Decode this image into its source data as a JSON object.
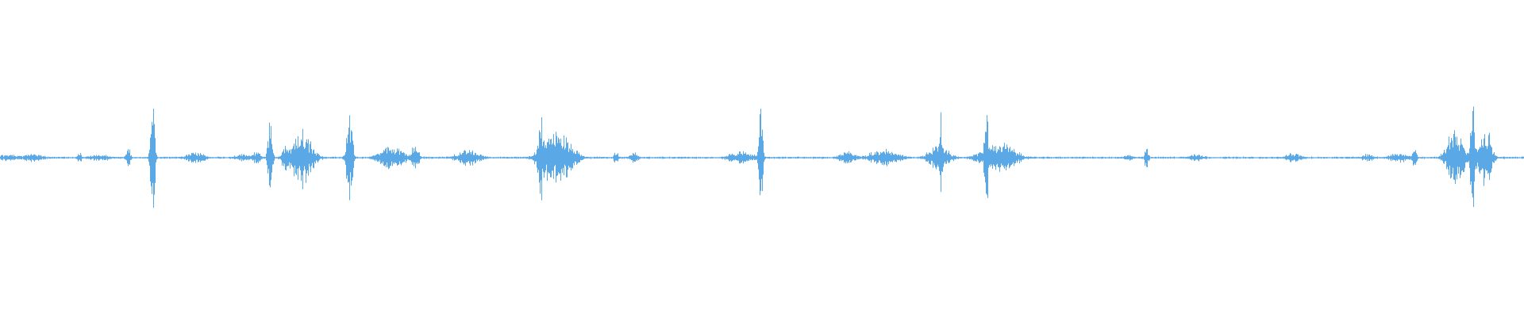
{
  "waveform": {
    "color": "#5aa9e6",
    "background": "#ffffff",
    "baseline_amplitude": 0.006,
    "events": [
      {
        "t": 0.006,
        "a": 0.03,
        "w": 0.01
      },
      {
        "t": 0.02,
        "a": 0.03,
        "w": 0.012
      },
      {
        "t": 0.052,
        "a": 0.05,
        "w": 0.002
      },
      {
        "t": 0.065,
        "a": 0.03,
        "w": 0.01
      },
      {
        "t": 0.084,
        "a": 0.1,
        "w": 0.002
      },
      {
        "t": 0.1,
        "a": 0.45,
        "w": 0.002
      },
      {
        "t": 0.128,
        "a": 0.04,
        "w": 0.01
      },
      {
        "t": 0.16,
        "a": 0.03,
        "w": 0.01
      },
      {
        "t": 0.168,
        "a": 0.05,
        "w": 0.004
      },
      {
        "t": 0.177,
        "a": 0.4,
        "w": 0.002
      },
      {
        "t": 0.187,
        "a": 0.1,
        "w": 0.004
      },
      {
        "t": 0.198,
        "a": 0.22,
        "w": 0.01
      },
      {
        "t": 0.229,
        "a": 0.32,
        "w": 0.003
      },
      {
        "t": 0.257,
        "a": 0.09,
        "w": 0.012
      },
      {
        "t": 0.272,
        "a": 0.09,
        "w": 0.004
      },
      {
        "t": 0.307,
        "a": 0.06,
        "w": 0.012
      },
      {
        "t": 0.355,
        "a": 0.32,
        "w": 0.003
      },
      {
        "t": 0.365,
        "a": 0.22,
        "w": 0.014
      },
      {
        "t": 0.404,
        "a": 0.06,
        "w": 0.002
      },
      {
        "t": 0.416,
        "a": 0.04,
        "w": 0.004
      },
      {
        "t": 0.486,
        "a": 0.05,
        "w": 0.012
      },
      {
        "t": 0.499,
        "a": 0.44,
        "w": 0.002
      },
      {
        "t": 0.556,
        "a": 0.05,
        "w": 0.008
      },
      {
        "t": 0.58,
        "a": 0.07,
        "w": 0.014
      },
      {
        "t": 0.616,
        "a": 0.1,
        "w": 0.01
      },
      {
        "t": 0.617,
        "a": 0.34,
        "w": 0.002
      },
      {
        "t": 0.647,
        "a": 0.42,
        "w": 0.002
      },
      {
        "t": 0.655,
        "a": 0.12,
        "w": 0.016
      },
      {
        "t": 0.74,
        "a": 0.03,
        "w": 0.004
      },
      {
        "t": 0.752,
        "a": 0.08,
        "w": 0.002
      },
      {
        "t": 0.785,
        "a": 0.03,
        "w": 0.008
      },
      {
        "t": 0.848,
        "a": 0.04,
        "w": 0.008
      },
      {
        "t": 0.897,
        "a": 0.03,
        "w": 0.006
      },
      {
        "t": 0.918,
        "a": 0.04,
        "w": 0.01
      },
      {
        "t": 0.928,
        "a": 0.1,
        "w": 0.002
      },
      {
        "t": 0.955,
        "a": 0.24,
        "w": 0.008
      },
      {
        "t": 0.966,
        "a": 0.46,
        "w": 0.002
      },
      {
        "t": 0.974,
        "a": 0.26,
        "w": 0.006
      }
    ]
  }
}
